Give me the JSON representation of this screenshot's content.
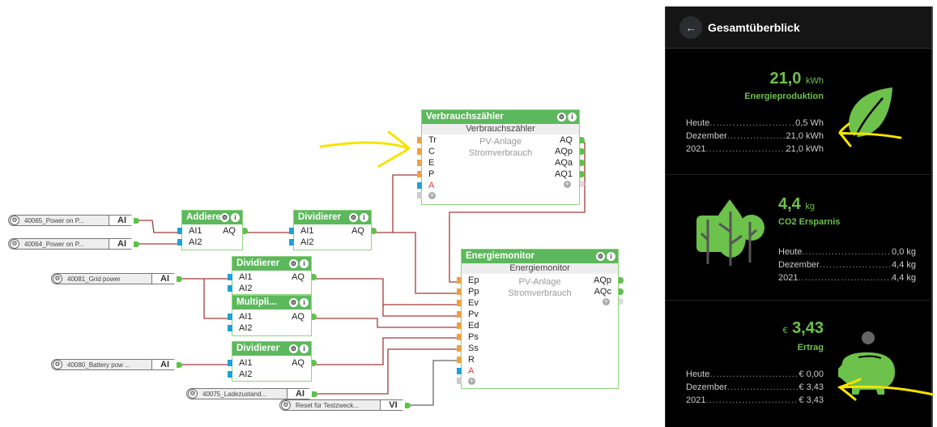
{
  "inputs": [
    {
      "label": "40065_Power  on  P...",
      "type": "AI"
    },
    {
      "label": "40064_Power  on  P...",
      "type": "AI"
    },
    {
      "label": "40081_Grid power",
      "type": "AI"
    },
    {
      "label": "40080_Battery  pow ...",
      "type": "AI"
    },
    {
      "label": "40075_Ladezustand...",
      "type": "AI"
    },
    {
      "label": "Reset  für  Testzweck...",
      "type": "VI"
    }
  ],
  "blocks": {
    "addierer": {
      "title": "Addierer",
      "inputs": [
        "AI1",
        "AI2"
      ],
      "outputs": [
        "AQ"
      ]
    },
    "div1": {
      "title": "Dividierer",
      "inputs": [
        "AI1",
        "AI2"
      ],
      "outputs": [
        "AQ"
      ]
    },
    "div2": {
      "title": "Dividierer",
      "inputs": [
        "AI1",
        "AI2"
      ],
      "outputs": [
        "AQ"
      ]
    },
    "mult": {
      "title": "Multipli...",
      "inputs": [
        "AI1",
        "AI2"
      ],
      "outputs": [
        "AQ"
      ]
    },
    "div3": {
      "title": "Dividierer",
      "inputs": [
        "AI1",
        "AI2"
      ],
      "outputs": [
        "AQ"
      ]
    },
    "verbrauch": {
      "title": "Verbrauchszähler",
      "subtitle": "Verbrauchszähler",
      "desc1": "PV-Anlage",
      "desc2": "Stromverbrauch",
      "inputs": [
        "Tr",
        "C",
        "E",
        "P",
        "A"
      ],
      "outputs": [
        "AQ",
        "AQp",
        "AQa",
        "AQ1"
      ]
    },
    "energie": {
      "title": "Energiemonitor",
      "subtitle": "Energiemonitor",
      "desc1": "PV-Anlage",
      "desc2": "Stromverbrauch",
      "inputs": [
        "Ep",
        "Pp",
        "Ev",
        "Pv",
        "Ed",
        "Ps",
        "Ss",
        "R",
        "A"
      ],
      "outputs": [
        "AQp",
        "AQc"
      ]
    }
  },
  "panel": {
    "title": "Gesamtüberblick",
    "energy": {
      "value": "21,0",
      "unit": "kWh",
      "caption": "Energieproduktion",
      "rows": [
        [
          "Heute",
          "0,5  Wh"
        ],
        [
          "Dezember",
          "21,0  kWh"
        ],
        [
          "2021",
          "21,0  kWh"
        ]
      ]
    },
    "co2": {
      "value": "4,4",
      "unit": "kg",
      "caption": "CO2 Ersparnis",
      "rows": [
        [
          "Heute",
          "0,0 kg"
        ],
        [
          "Dezember",
          "4,4 kg"
        ],
        [
          "2021",
          "4,4 kg"
        ]
      ]
    },
    "ertrag": {
      "currency": "€",
      "value": "3,43",
      "caption": "Ertrag",
      "rows": [
        [
          "Heute",
          "€ 0,00"
        ],
        [
          "Dezember",
          "€ 3,43"
        ],
        [
          "2021",
          "€ 3,43"
        ]
      ]
    }
  },
  "colors": {
    "block_header": "#5cb85c",
    "wire": "#a33a3a",
    "accent_green": "#6cc24a",
    "annotation": "#f5e400"
  }
}
